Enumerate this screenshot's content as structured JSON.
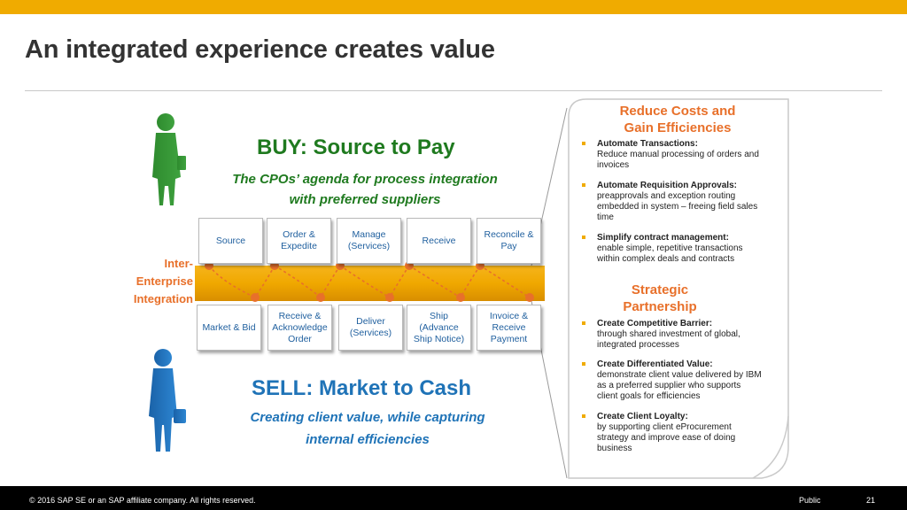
{
  "slide": {
    "title": "An integrated experience creates value",
    "accent_color": "#f0ab00"
  },
  "buy": {
    "title": "BUY: Source to Pay",
    "subtitle_line1": "The CPOs’ agenda for process integration",
    "subtitle_line2": "with preferred suppliers",
    "color": "#1f7a1f"
  },
  "sell": {
    "title": "SELL: Market to Cash",
    "subtitle_line1": "Creating client value, while capturing",
    "subtitle_line2": "internal efficiencies",
    "color": "#1f73b7"
  },
  "integration": {
    "line1": "Inter-",
    "line2": "Enterprise",
    "line3": "Integration"
  },
  "buy_steps": [
    {
      "label": "Source"
    },
    {
      "label": "Order & Expedite"
    },
    {
      "label": "Manage (Services)"
    },
    {
      "label": "Receive"
    },
    {
      "label": "Reconcile & Pay"
    }
  ],
  "sell_steps": [
    {
      "label": "Market & Bid"
    },
    {
      "label": "Receive & Acknowledge Order"
    },
    {
      "label": "Deliver (Services)"
    },
    {
      "label": "Ship (Advance Ship Notice)"
    },
    {
      "label": "Invoice & Receive Payment"
    }
  ],
  "panel": {
    "heading1_line1": "Reduce Costs and",
    "heading1_line2": "Gain Efficiencies",
    "cost_items": [
      {
        "title": "Automate Transactions:",
        "text": "Reduce manual processing of orders and invoices"
      },
      {
        "title": "Automate Requisition Approvals:",
        "text": "preapprovals and exception routing embedded in system – freeing field sales time"
      },
      {
        "title": "Simplify contract management:",
        "text": "enable simple, repetitive transactions within complex deals and contracts"
      }
    ],
    "heading2_line1": "Strategic",
    "heading2_line2": "Partnership",
    "partner_items": [
      {
        "title": "Create Competitive Barrier:",
        "text": "through shared investment of global, integrated processes"
      },
      {
        "title": "Create Differentiated Value:",
        "text": "demonstrate client value delivered by IBM as a preferred supplier who supports client goals for efficiencies"
      },
      {
        "title": "Create Client Loyalty:",
        "text": "by supporting client eProcurement strategy and improve ease of doing business"
      }
    ]
  },
  "footer": {
    "copyright": "© 2016 SAP SE or an SAP affiliate company. All rights reserved.",
    "classification": "Public",
    "page": "21"
  }
}
